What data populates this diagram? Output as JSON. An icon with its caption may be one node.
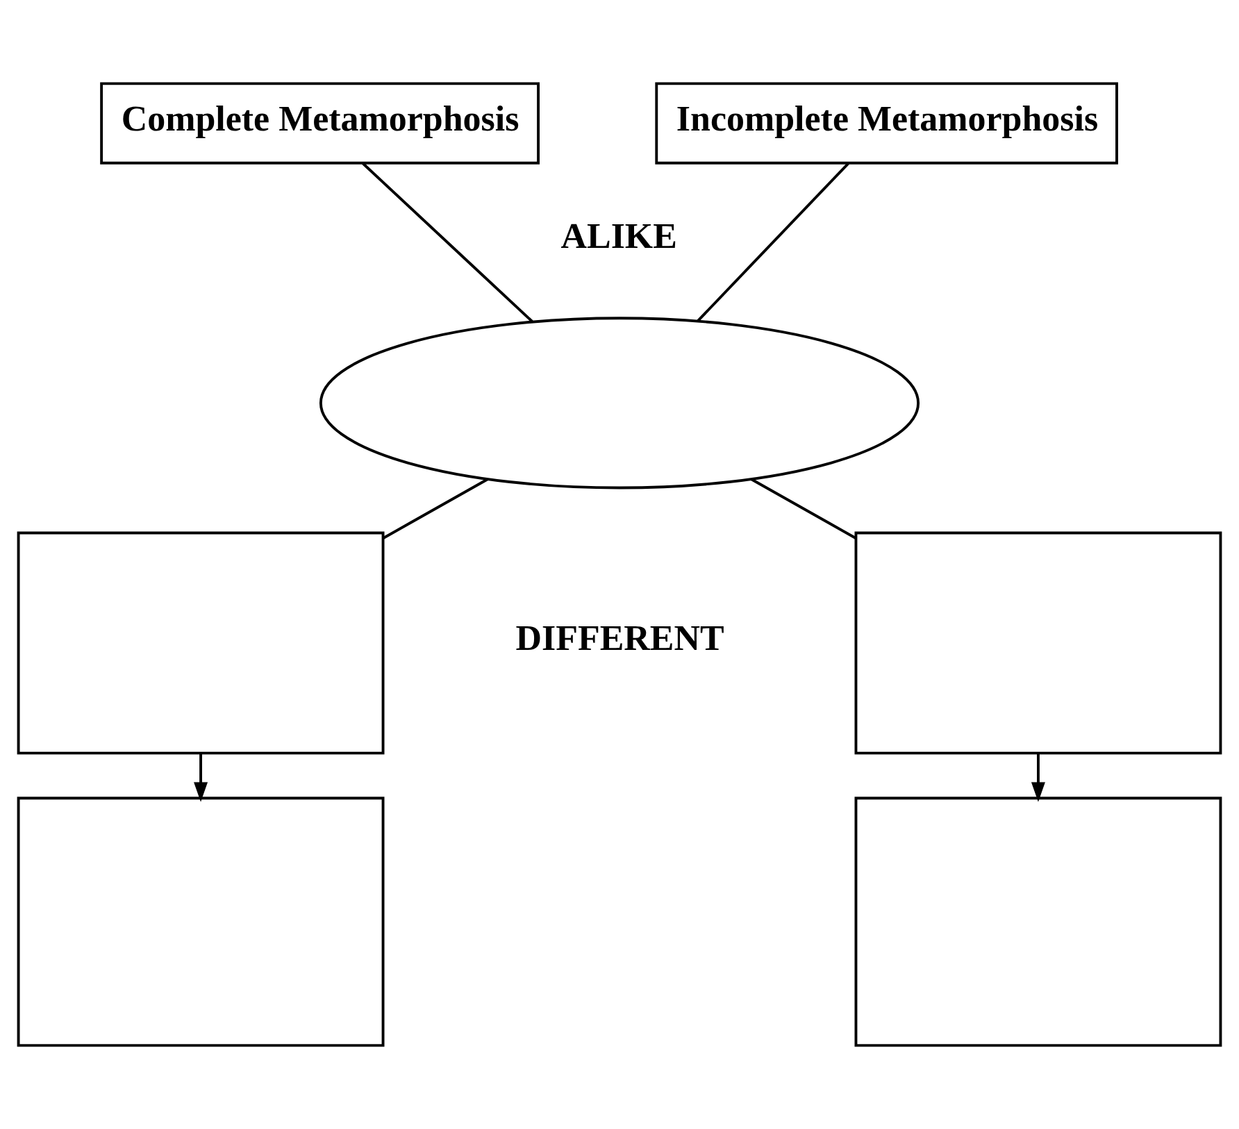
{
  "diagram": {
    "nodes": [
      {
        "text": [
          "Complete Metamorphosis"
        ]
      },
      {
        "text": [
          "Incomplete Metamorphosis"
        ]
      },
      {
        "text": [],
        "shape": "ellipse"
      },
      {
        "text": [],
        "shape": "box"
      },
      {
        "text": [],
        "shape": "box"
      },
      {
        "text": [],
        "shape": "box"
      },
      {
        "text": [],
        "shape": "box"
      }
    ],
    "edges": [
      {
        "from": 0,
        "to": 2,
        "arrow": "none"
      },
      {
        "from": 1,
        "to": 2,
        "arrow": "none"
      },
      {
        "from": 2,
        "to": 3,
        "arrow": "none"
      },
      {
        "from": 2,
        "to": 4,
        "arrow": "none"
      },
      {
        "from": 3,
        "to": 5,
        "arrow": "to"
      },
      {
        "from": 4,
        "to": 6,
        "arrow": "to"
      }
    ],
    "labels": [
      "ALIKE",
      "DIFFERENT"
    ]
  }
}
